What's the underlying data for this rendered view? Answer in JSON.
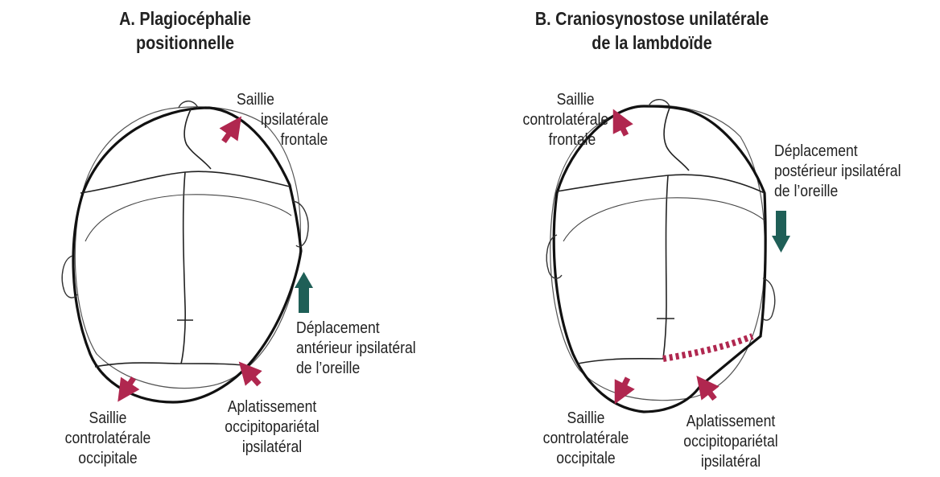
{
  "panel_a": {
    "title_line1": "A. Plagiocéphalie",
    "title_line2": "positionnelle",
    "label_frontal": [
      "Saillie",
      "ipsilatérale",
      "frontale"
    ],
    "label_ear": [
      "Déplacement",
      "antérieur ipsilatéral",
      "de l’oreille"
    ],
    "label_occipital": [
      "Saillie",
      "controlatérale",
      "occipitale"
    ],
    "label_flattening": [
      "Aplatissement",
      "occipitopariétal",
      "ipsilatéral"
    ]
  },
  "panel_b": {
    "title_line1": "B. Craniosynostose unilatérale",
    "title_line2": "de la lambdoïde",
    "label_frontal": [
      "Saillie",
      "controlatérale",
      "frontale"
    ],
    "label_ear": [
      "Déplacement",
      "postérieur ipsilatéral",
      "de l’oreille"
    ],
    "label_occipital": [
      "Saillie",
      "controlatérale",
      "occipitale"
    ],
    "label_flattening": [
      "Aplatissement",
      "occipitopariétal",
      "ipsilatéral"
    ]
  },
  "colors": {
    "outline": "#111111",
    "suture": "#222222",
    "bulge_arrow": "#b0274f",
    "ear_arrow": "#1f5f57",
    "fused_suture": "#b0274f"
  }
}
